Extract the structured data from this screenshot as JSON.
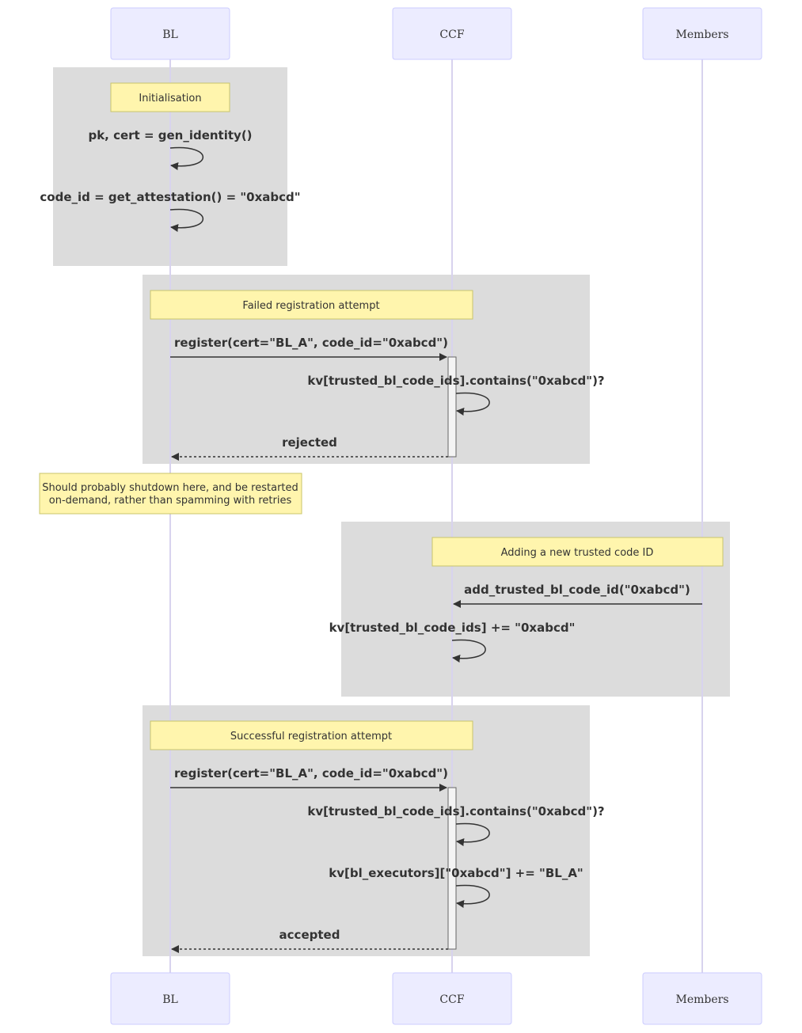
{
  "actors": [
    {
      "id": "bl",
      "name": "BL"
    },
    {
      "id": "ccf",
      "name": "CCF"
    },
    {
      "id": "members",
      "name": "Members"
    }
  ],
  "groups": [
    {
      "note": "Initialisation",
      "messages": [
        {
          "label": "pk, cert = gen_identity()",
          "from": "BL",
          "to": "BL"
        },
        {
          "label": "code_id = get_attestation() = \"0xabcd\"",
          "from": "BL",
          "to": "BL"
        }
      ]
    },
    {
      "note": "Failed registration attempt",
      "messages": [
        {
          "label": "register(cert=\"BL_A\", code_id=\"0xabcd\")",
          "from": "BL",
          "to": "CCF"
        },
        {
          "label": "kv[trusted_bl_code_ids].contains(\"0xabcd\")?",
          "from": "CCF",
          "to": "CCF"
        },
        {
          "label": "rejected",
          "from": "CCF",
          "to": "BL"
        }
      ]
    },
    {
      "note": "Adding a new trusted code ID",
      "messages": [
        {
          "label": "add_trusted_bl_code_id(\"0xabcd\")",
          "from": "Members",
          "to": "CCF"
        },
        {
          "label": "kv[trusted_bl_code_ids] += \"0xabcd\"",
          "from": "CCF",
          "to": "CCF"
        }
      ]
    },
    {
      "note": "Successful registration attempt",
      "messages": [
        {
          "label": "register(cert=\"BL_A\", code_id=\"0xabcd\")",
          "from": "BL",
          "to": "CCF"
        },
        {
          "label": "kv[trusted_bl_code_ids].contains(\"0xabcd\")?",
          "from": "CCF",
          "to": "CCF"
        },
        {
          "label": "kv[bl_executors][\"0xabcd\"] += \"BL_A\"",
          "from": "CCF",
          "to": "CCF"
        },
        {
          "label": "accepted",
          "from": "CCF",
          "to": "BL"
        }
      ]
    }
  ],
  "standalone_note": {
    "lines": [
      "Should probably shutdown here, and be restarted",
      "on-demand, rather than spamming with retries"
    ]
  }
}
